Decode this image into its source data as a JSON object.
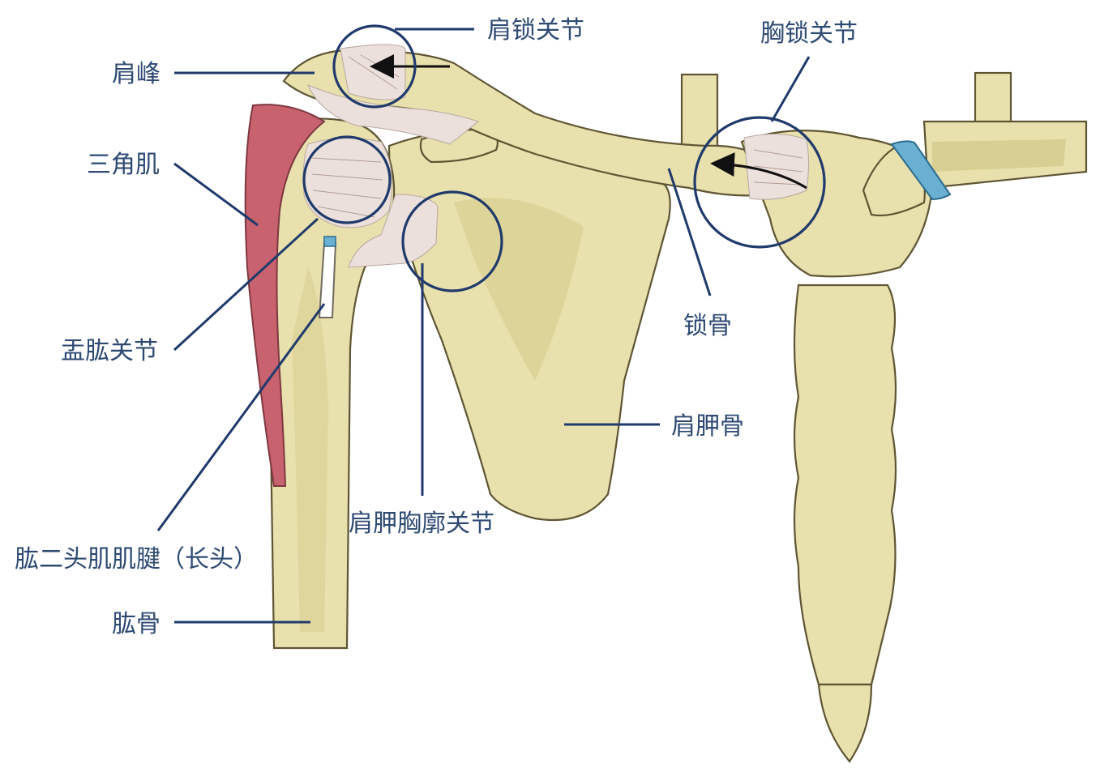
{
  "colors": {
    "bone_fill": "#e8e0ad",
    "bone_shade": "#d8cf92",
    "bone_outline": "#5e5533",
    "muscle": "#c9626f",
    "ligament": "#ece0dc",
    "cartilage_disc": "#6ab0d2",
    "annotation": "#1f3a6b",
    "label_text": "#2e4a73"
  },
  "labels": {
    "acromioclavicular_joint": "肩锁关节",
    "sternoclavicular_joint": "胸锁关节",
    "acromion": "肩峰",
    "deltoid": "三角肌",
    "glenohumeral_joint": "盂肱关节",
    "clavicle": "锁骨",
    "scapula": "肩胛骨",
    "scapulothoracic_joint": "肩胛胸廓关节",
    "biceps_long_head_tendon": "肱二头肌肌腱（长头）",
    "humerus": "肱骨"
  }
}
